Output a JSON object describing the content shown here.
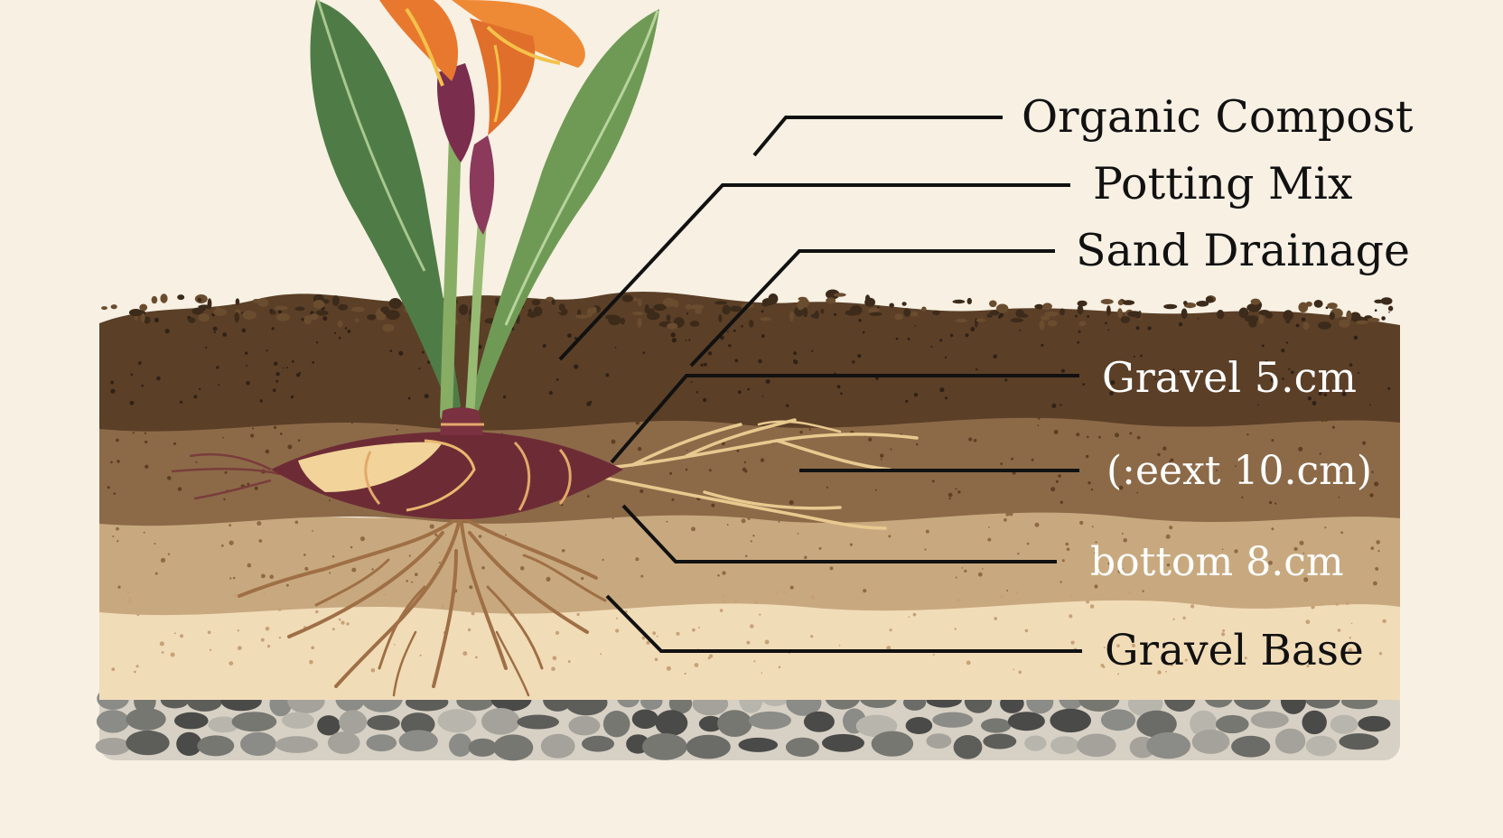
{
  "labels": {
    "organic_compost": "Organic Compost",
    "potting_mix": "Potting Mix",
    "sand_drainage": "Sand Drainage",
    "gravel_depth": "Gravel 5.cm",
    "text_depth": "(:eext 10.cm)",
    "bottom_depth": "bottom 8.cm",
    "gravel_base": "Gravel Base"
  },
  "colors": {
    "background": "#f7f0e3",
    "topsoil": "#5b3f27",
    "loam": "#8c6a48",
    "sand": "#c8a97f",
    "sand_light": "#f1dcb8",
    "pebble": "#7b7b78",
    "leaf": "#6f9a55",
    "flower": "#e9782f",
    "bulb": "#6d2c35",
    "root": "#a5774c",
    "leader_line": "#111111"
  },
  "icons": {
    "plant": "canna-plant-icon",
    "bulb": "rhizome-bulb-icon"
  }
}
